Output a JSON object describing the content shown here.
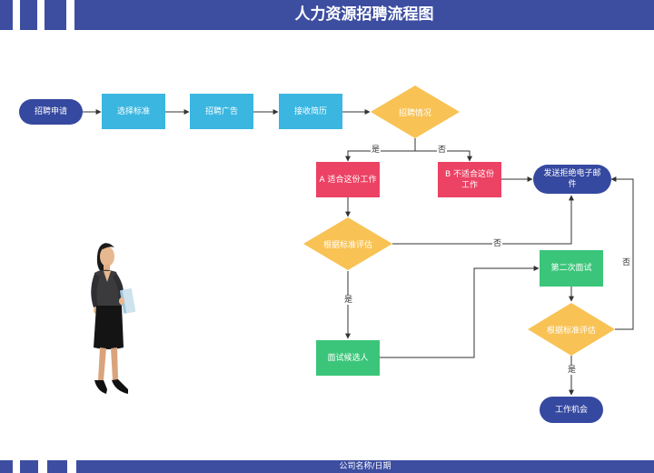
{
  "title": "人力资源招聘流程图",
  "footer": "公司名称/日期",
  "nodes": {
    "start": "招聘申请",
    "select_standard": "选择标准",
    "ad": "招聘广告",
    "receive_resume": "接收简历",
    "situation": "招聘情况",
    "fit": "A 适合这份工作",
    "not_fit": "B 不适合这份工作",
    "reject_email": "发送拒绝电子邮件",
    "evaluate1": "根据标准评估",
    "interview": "面试候选人",
    "second_interview": "第二次面试",
    "evaluate2": "根据标准评估",
    "offer": "工作机会"
  },
  "edges": {
    "yes1": "是",
    "no1": "否",
    "no2": "否",
    "yes2": "是",
    "no3": "否",
    "yes3": "是"
  },
  "colors": {
    "header": "#3d4ea1",
    "process": "#3ab6e0",
    "decision": "#f8c254",
    "positive": "#ec4264",
    "action": "#3bc57a",
    "terminal": "#3649a0"
  }
}
